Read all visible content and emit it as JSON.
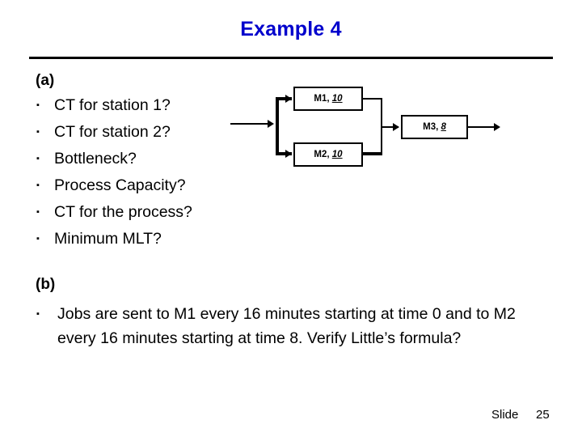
{
  "slide": {
    "title": "Example 4",
    "title_color": "#0000cc",
    "background": "#ffffff"
  },
  "section_a": {
    "label": "(a)",
    "bullet_glyph": "▪",
    "items": [
      {
        "text": "CT for station 1?"
      },
      {
        "text": "CT for station 2?"
      },
      {
        "text": "Bottleneck?"
      },
      {
        "text": "Process Capacity?"
      },
      {
        "text": "CT for the process?"
      },
      {
        "text": "Minimum MLT?"
      }
    ]
  },
  "section_b": {
    "label": "(b)",
    "bullet_glyph": "▪",
    "items": [
      {
        "text": "Jobs are sent to M1 every 16 minutes starting at time 0 and to M2 every 16 minutes starting at time 8. Verify Little’s formula?"
      }
    ]
  },
  "diagram": {
    "type": "process-flow",
    "boxes": [
      {
        "id": "m1",
        "machine": "M1",
        "time": "10",
        "label_prefix": "M1, ",
        "label_time": "10"
      },
      {
        "id": "m2",
        "machine": "M2",
        "time": "10",
        "label_prefix": "M2, ",
        "label_time": "10"
      },
      {
        "id": "m3",
        "machine": "M3",
        "time": "8",
        "label_prefix": "M3, ",
        "label_time": "8"
      }
    ],
    "flow": "input splits to M1 and M2 in parallel, merges into M3, then output"
  },
  "footer": {
    "slide_word": "Slide",
    "slide_number": "25"
  }
}
